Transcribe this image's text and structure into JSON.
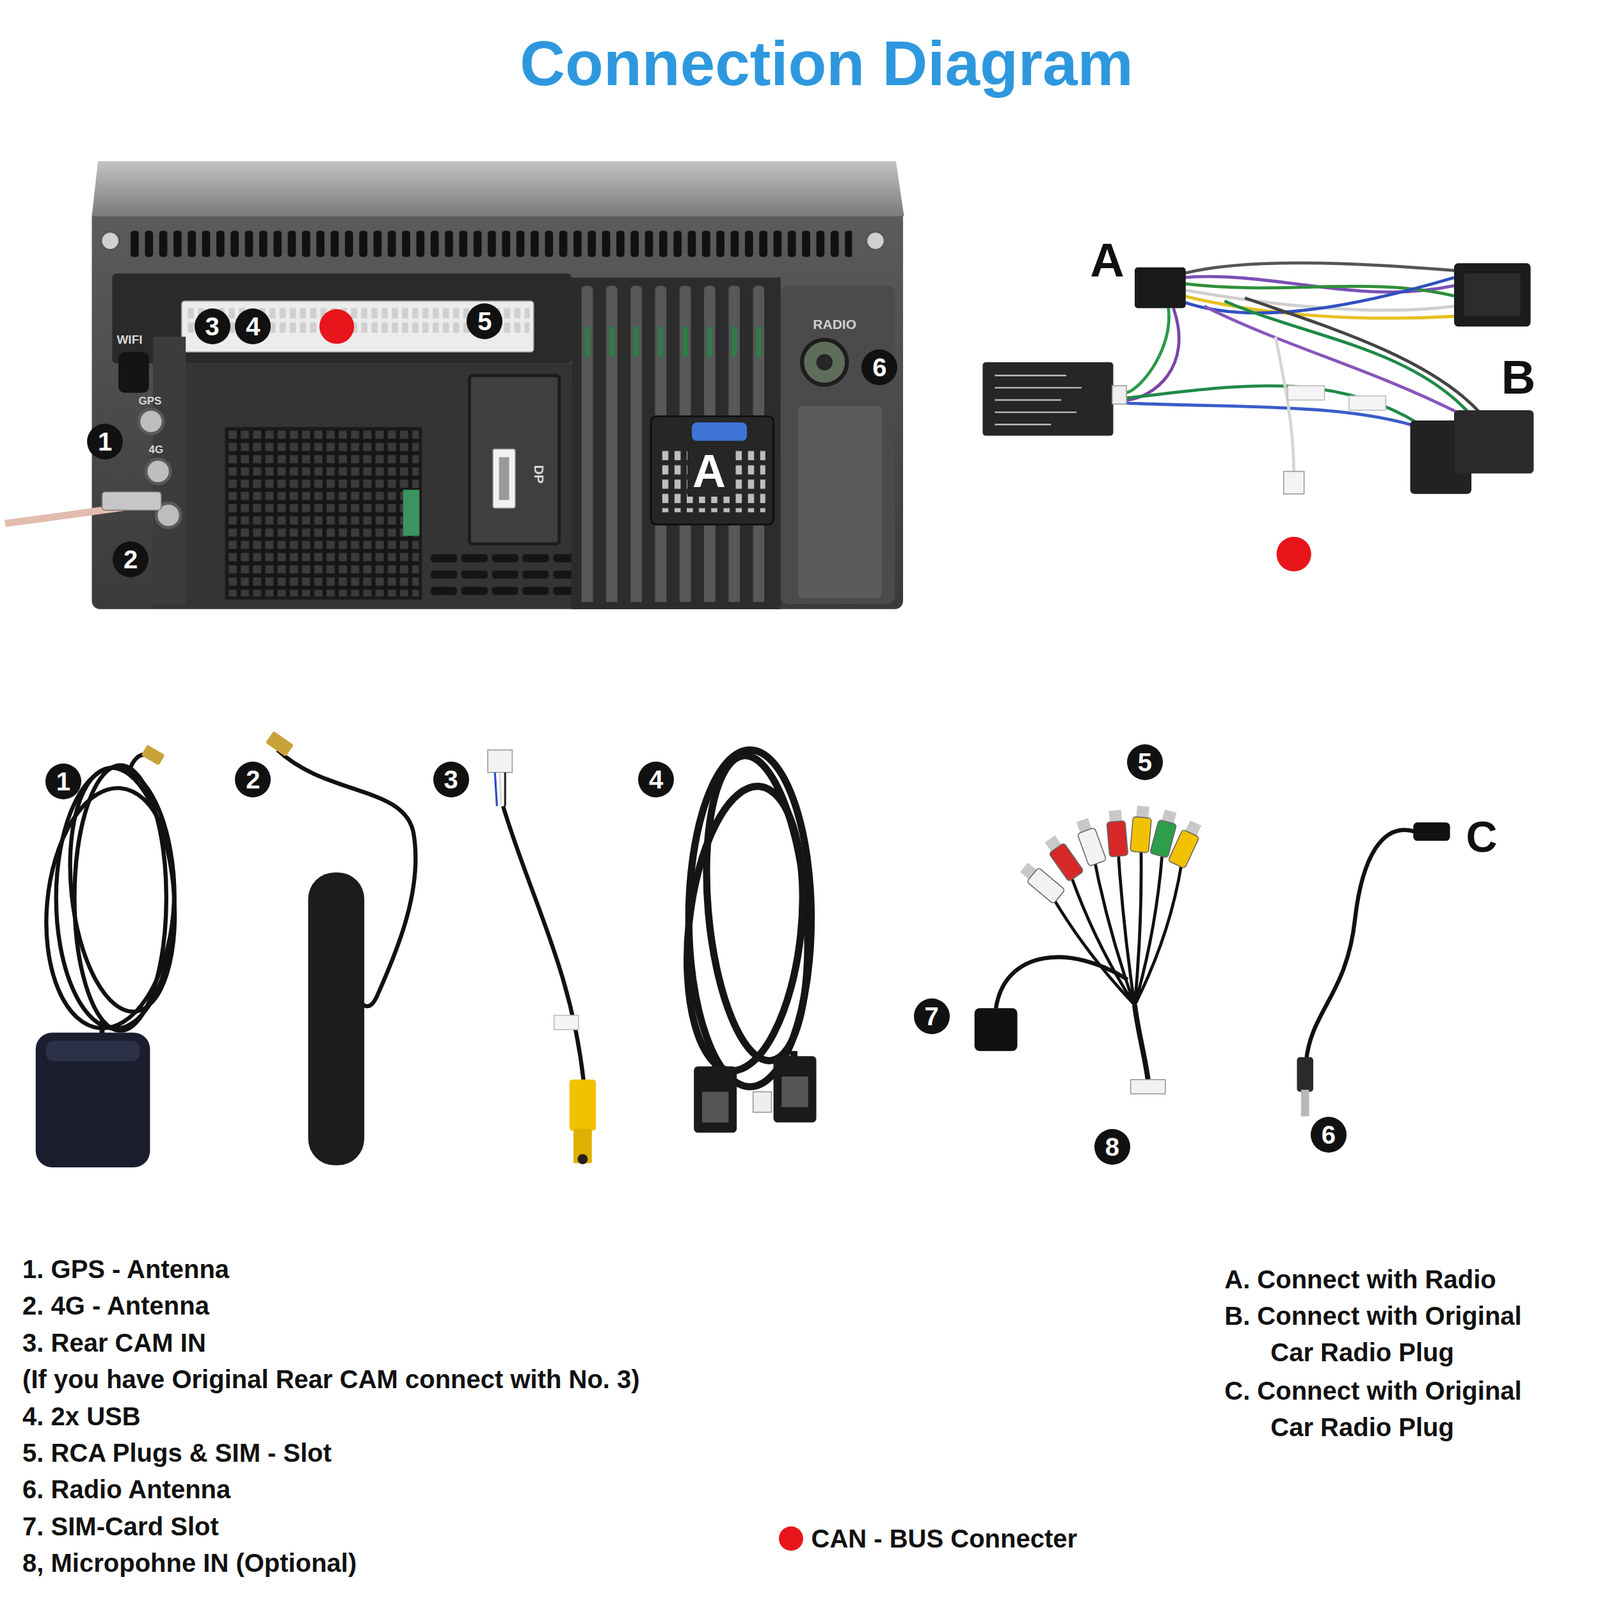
{
  "diagram": {
    "title": "Connection Diagram",
    "nodes": [
      {
        "text": [
          "3"
        ]
      },
      {
        "text": [
          "4"
        ]
      },
      {
        "text": [
          "5"
        ]
      },
      {
        "text": [
          "6"
        ]
      },
      {
        "text": [
          "1"
        ]
      },
      {
        "text": [
          "2"
        ]
      },
      {
        "text": [
          "1"
        ]
      },
      {
        "text": [
          "2"
        ]
      },
      {
        "text": [
          "3"
        ]
      },
      {
        "text": [
          "4"
        ]
      },
      {
        "text": [
          "5"
        ]
      },
      {
        "text": [
          "7"
        ]
      },
      {
        "text": [
          "6"
        ]
      },
      {
        "text": [
          "8"
        ]
      }
    ],
    "labels": [
      "WIFI",
      "GPS",
      "4G",
      "RADIO",
      "DP",
      "A",
      "A",
      "B",
      "C",
      "1. GPS - Antenna",
      "2. 4G - Antenna",
      "3. Rear CAM IN",
      "(If you have Original Rear CAM connect with No. 3)",
      "4. 2x USB",
      "5. RCA Plugs & SIM - Slot",
      "6. Radio Antenna",
      "7. SIM-Card Slot",
      "8, Micropohne IN (Optional)",
      "A. Connect with Radio",
      "B. Connect with Original Car Radio Plug",
      "C. Connect with Original Car Radio Plug"
    ],
    "legend": [
      {
        "text": "CAN - BUS Connecter",
        "color": "#e8151b"
      }
    ]
  }
}
